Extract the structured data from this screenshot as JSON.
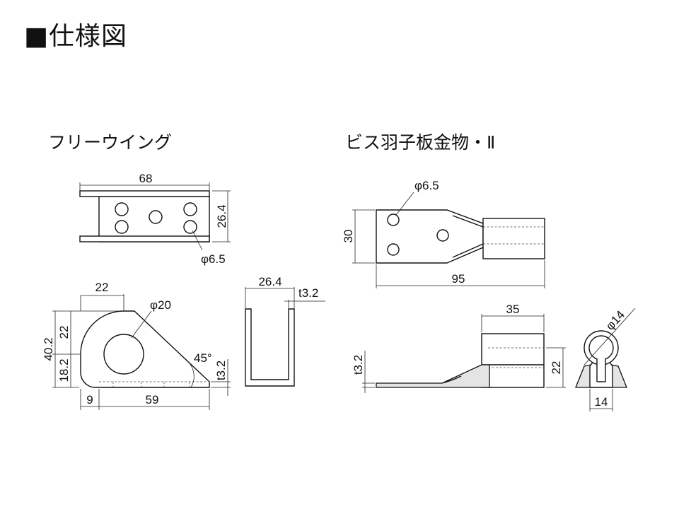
{
  "page_title": "■仕様図",
  "products": [
    {
      "name": "フリーウイング",
      "dims": {
        "top_width": "68",
        "top_height": "26.4",
        "hole": "φ6.5",
        "side_top": "22",
        "big_hole": "φ20",
        "height_total": "40.2",
        "height_upper": "22",
        "height_lower": "18.2",
        "bottom_left": "9",
        "bottom_right": "59",
        "angle": "45°",
        "thickness": "t3.2",
        "end_width": "26.4",
        "end_thickness": "t3.2"
      }
    },
    {
      "name": "ビス羽子板金物・Ⅱ",
      "dims": {
        "hole": "φ6.5",
        "width": "30",
        "length": "95",
        "tube_length": "35",
        "thickness": "t3.2",
        "height": "22",
        "ring_dia": "φ14",
        "base_width": "14"
      }
    }
  ]
}
